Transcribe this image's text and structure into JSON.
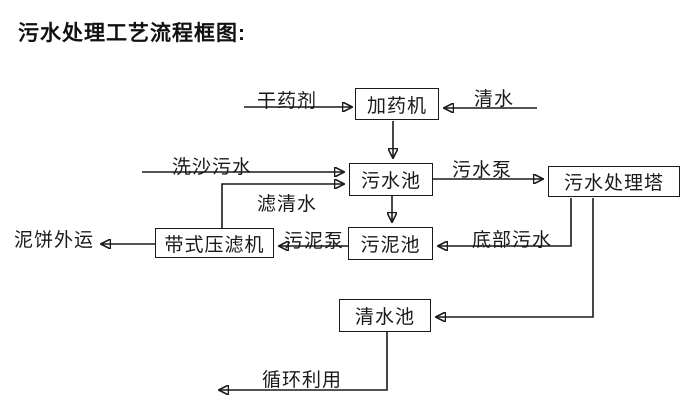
{
  "title": "污水处理工艺流程框图:",
  "nodes": {
    "dosing_machine": "加药机",
    "sewage_pool": "污水池",
    "treatment_tower": "污水处理塔",
    "sludge_pool": "污泥池",
    "belt_filter_press": "带式压滤机",
    "clean_water_pool": "清水池"
  },
  "flows": {
    "dry_agent": "干药剂",
    "clean_water": "清水",
    "sand_washing_sewage": "洗沙污水",
    "filtered_water": "滤清水",
    "sewage_pump": "污水泵",
    "bottom_sewage": "底部污水",
    "sludge_pump": "污泥泵",
    "mud_cake_out": "泥饼外运",
    "recycle": "循环利用"
  },
  "colors": {
    "line": "#1a1a1a",
    "background": "#ffffff"
  }
}
